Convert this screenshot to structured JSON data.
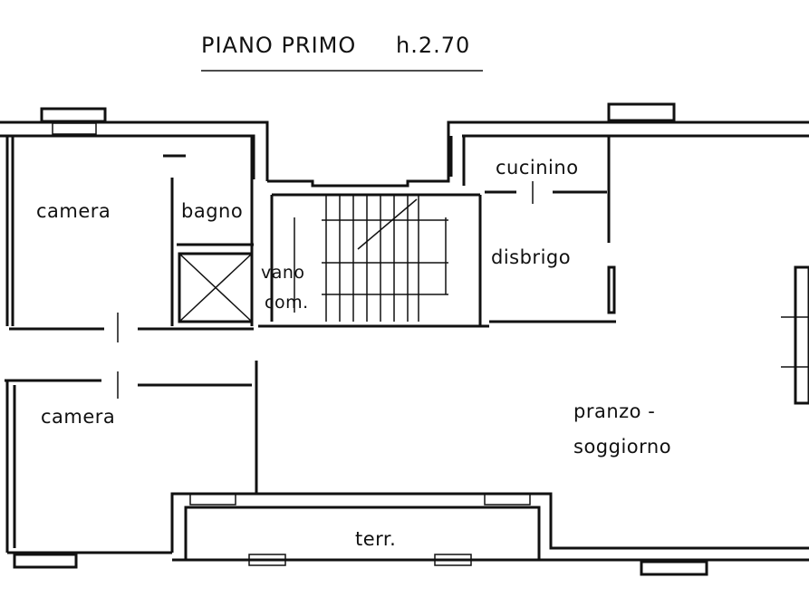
{
  "title": {
    "floor": "PIANO PRIMO",
    "height": "h.2.70"
  },
  "rooms": {
    "camera_top": "camera",
    "bagno": "bagno",
    "vano_line1": "vano",
    "vano_line2": "com.",
    "cucinino": "cucinino",
    "disbrigo": "disbrigo",
    "camera_bottom": "camera",
    "pranzo_line1": "pranzo  -",
    "pranzo_line2": "soggiorno",
    "terrazzo": "terr."
  }
}
